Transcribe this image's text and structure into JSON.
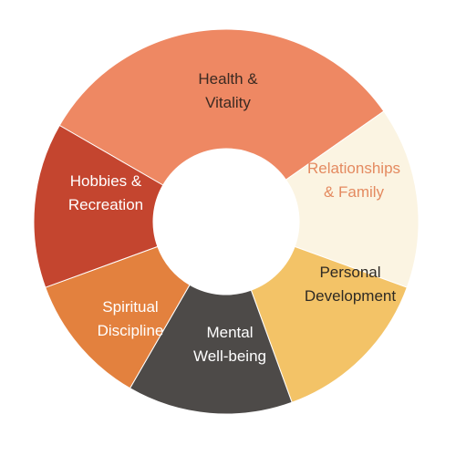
{
  "wheel": {
    "segments": [
      {
        "id": "health",
        "lines": [
          "Health &",
          "Vitality"
        ],
        "color": "#EE8863",
        "text_color": "#3B2A22"
      },
      {
        "id": "relationships",
        "lines": [
          "Relationships",
          "& Family"
        ],
        "color": "#FBF4E2",
        "text_color": "#E48A60"
      },
      {
        "id": "personal",
        "lines": [
          "Personal",
          "Development"
        ],
        "color": "#F3C367",
        "text_color": "#2E2A24"
      },
      {
        "id": "mental",
        "lines": [
          "Mental",
          "Well-being"
        ],
        "color": "#4D4A48",
        "text_color": "#FFFFFF"
      },
      {
        "id": "spiritual",
        "lines": [
          "Spiritual",
          "Discipline"
        ],
        "color": "#E3813E",
        "text_color": "#FFFFFF"
      },
      {
        "id": "hobbies",
        "lines": [
          "Hobbies &",
          "Recreation"
        ],
        "color": "#C4452F",
        "text_color": "#FFFFFF"
      }
    ]
  }
}
